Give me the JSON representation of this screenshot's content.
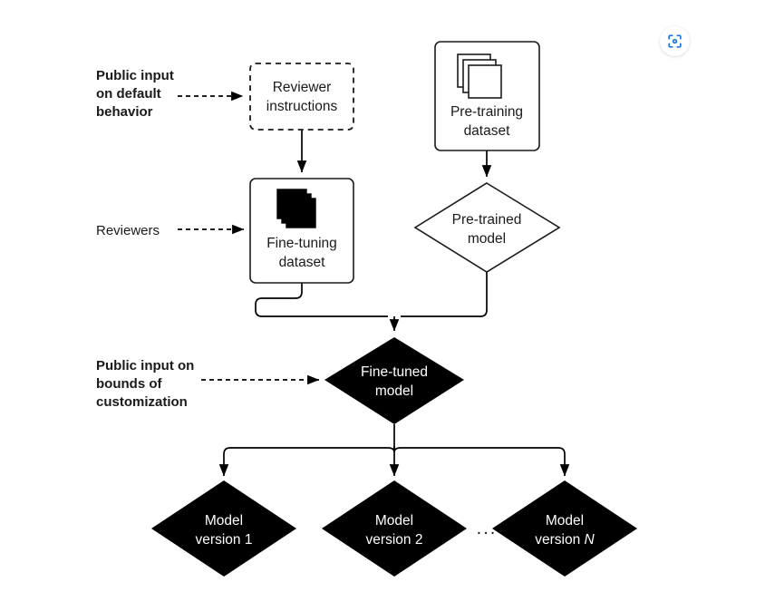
{
  "page": {
    "title": "Model customization flow diagram",
    "background_color": "#ffffff"
  },
  "colors": {
    "stroke": "#1a1a1a",
    "fill_dark": "#000000",
    "fill_light": "#ffffff",
    "accent_blue": "#1a73e8"
  },
  "side_labels": [
    {
      "name": "public-input-default-behavior",
      "lines": [
        "Public input",
        "on default",
        "behavior"
      ],
      "bold": true
    },
    {
      "name": "reviewers",
      "lines": [
        "Reviewers"
      ],
      "bold": false
    },
    {
      "name": "public-input-bounds-customization",
      "lines": [
        "Public input on",
        "bounds of",
        "customization"
      ],
      "bold": true
    }
  ],
  "nodes": {
    "reviewer_instructions": {
      "shape": "rounded-rect-dashed",
      "lines": [
        "Reviewer",
        "instructions"
      ],
      "filled": false,
      "icon": "none"
    },
    "pretraining_dataset": {
      "shape": "rounded-rect",
      "lines": [
        "Pre-training",
        "dataset"
      ],
      "filled": false,
      "icon": "stacked-documents-outline"
    },
    "finetuning_dataset": {
      "shape": "rounded-rect",
      "lines": [
        "Fine-tuning",
        "dataset"
      ],
      "filled": false,
      "icon": "stacked-documents-solid"
    },
    "pretrained_model": {
      "shape": "diamond",
      "lines": [
        "Pre-trained",
        "model"
      ],
      "filled": false,
      "icon": "none"
    },
    "finetuned_model": {
      "shape": "diamond",
      "lines": [
        "Fine-tuned",
        "model"
      ],
      "filled": true,
      "icon": "none"
    },
    "model_version_1": {
      "shape": "diamond",
      "lines": [
        "Model",
        "version 1"
      ],
      "filled": true,
      "icon": "none"
    },
    "model_version_2": {
      "shape": "diamond",
      "lines": [
        "Model",
        "version 2"
      ],
      "filled": true,
      "icon": "none"
    },
    "model_version_n": {
      "shape": "diamond",
      "line1": "Model",
      "line2_prefix": "version ",
      "line2_italic": "N",
      "filled": true,
      "icon": "none"
    }
  },
  "separator": {
    "name": "versions-ellipsis",
    "text": "..."
  },
  "edges": [
    {
      "name": "edge-public-default-to-reviewer-instructions",
      "style": "dashed",
      "arrow": true
    },
    {
      "name": "edge-reviewer-instructions-to-finetuning-dataset",
      "style": "solid",
      "arrow": true
    },
    {
      "name": "edge-reviewers-to-finetuning-dataset",
      "style": "dashed",
      "arrow": true
    },
    {
      "name": "edge-pretraining-dataset-to-pretrained-model",
      "style": "solid",
      "arrow": true
    },
    {
      "name": "edge-finetuning-dataset-to-merge",
      "style": "solid",
      "arrow": false
    },
    {
      "name": "edge-pretrained-model-to-merge",
      "style": "solid",
      "arrow": false
    },
    {
      "name": "edge-merge-to-finetuned-model",
      "style": "solid",
      "arrow": true
    },
    {
      "name": "edge-public-bounds-to-finetuned-model",
      "style": "dashed",
      "arrow": true
    },
    {
      "name": "edge-finetuned-model-to-version-1",
      "style": "solid",
      "arrow": true
    },
    {
      "name": "edge-finetuned-model-to-version-2",
      "style": "solid",
      "arrow": true
    },
    {
      "name": "edge-finetuned-model-to-version-n",
      "style": "solid",
      "arrow": true
    }
  ],
  "toolbar": {
    "scan_button": {
      "name": "scan-icon",
      "color": "#1a73e8"
    }
  }
}
